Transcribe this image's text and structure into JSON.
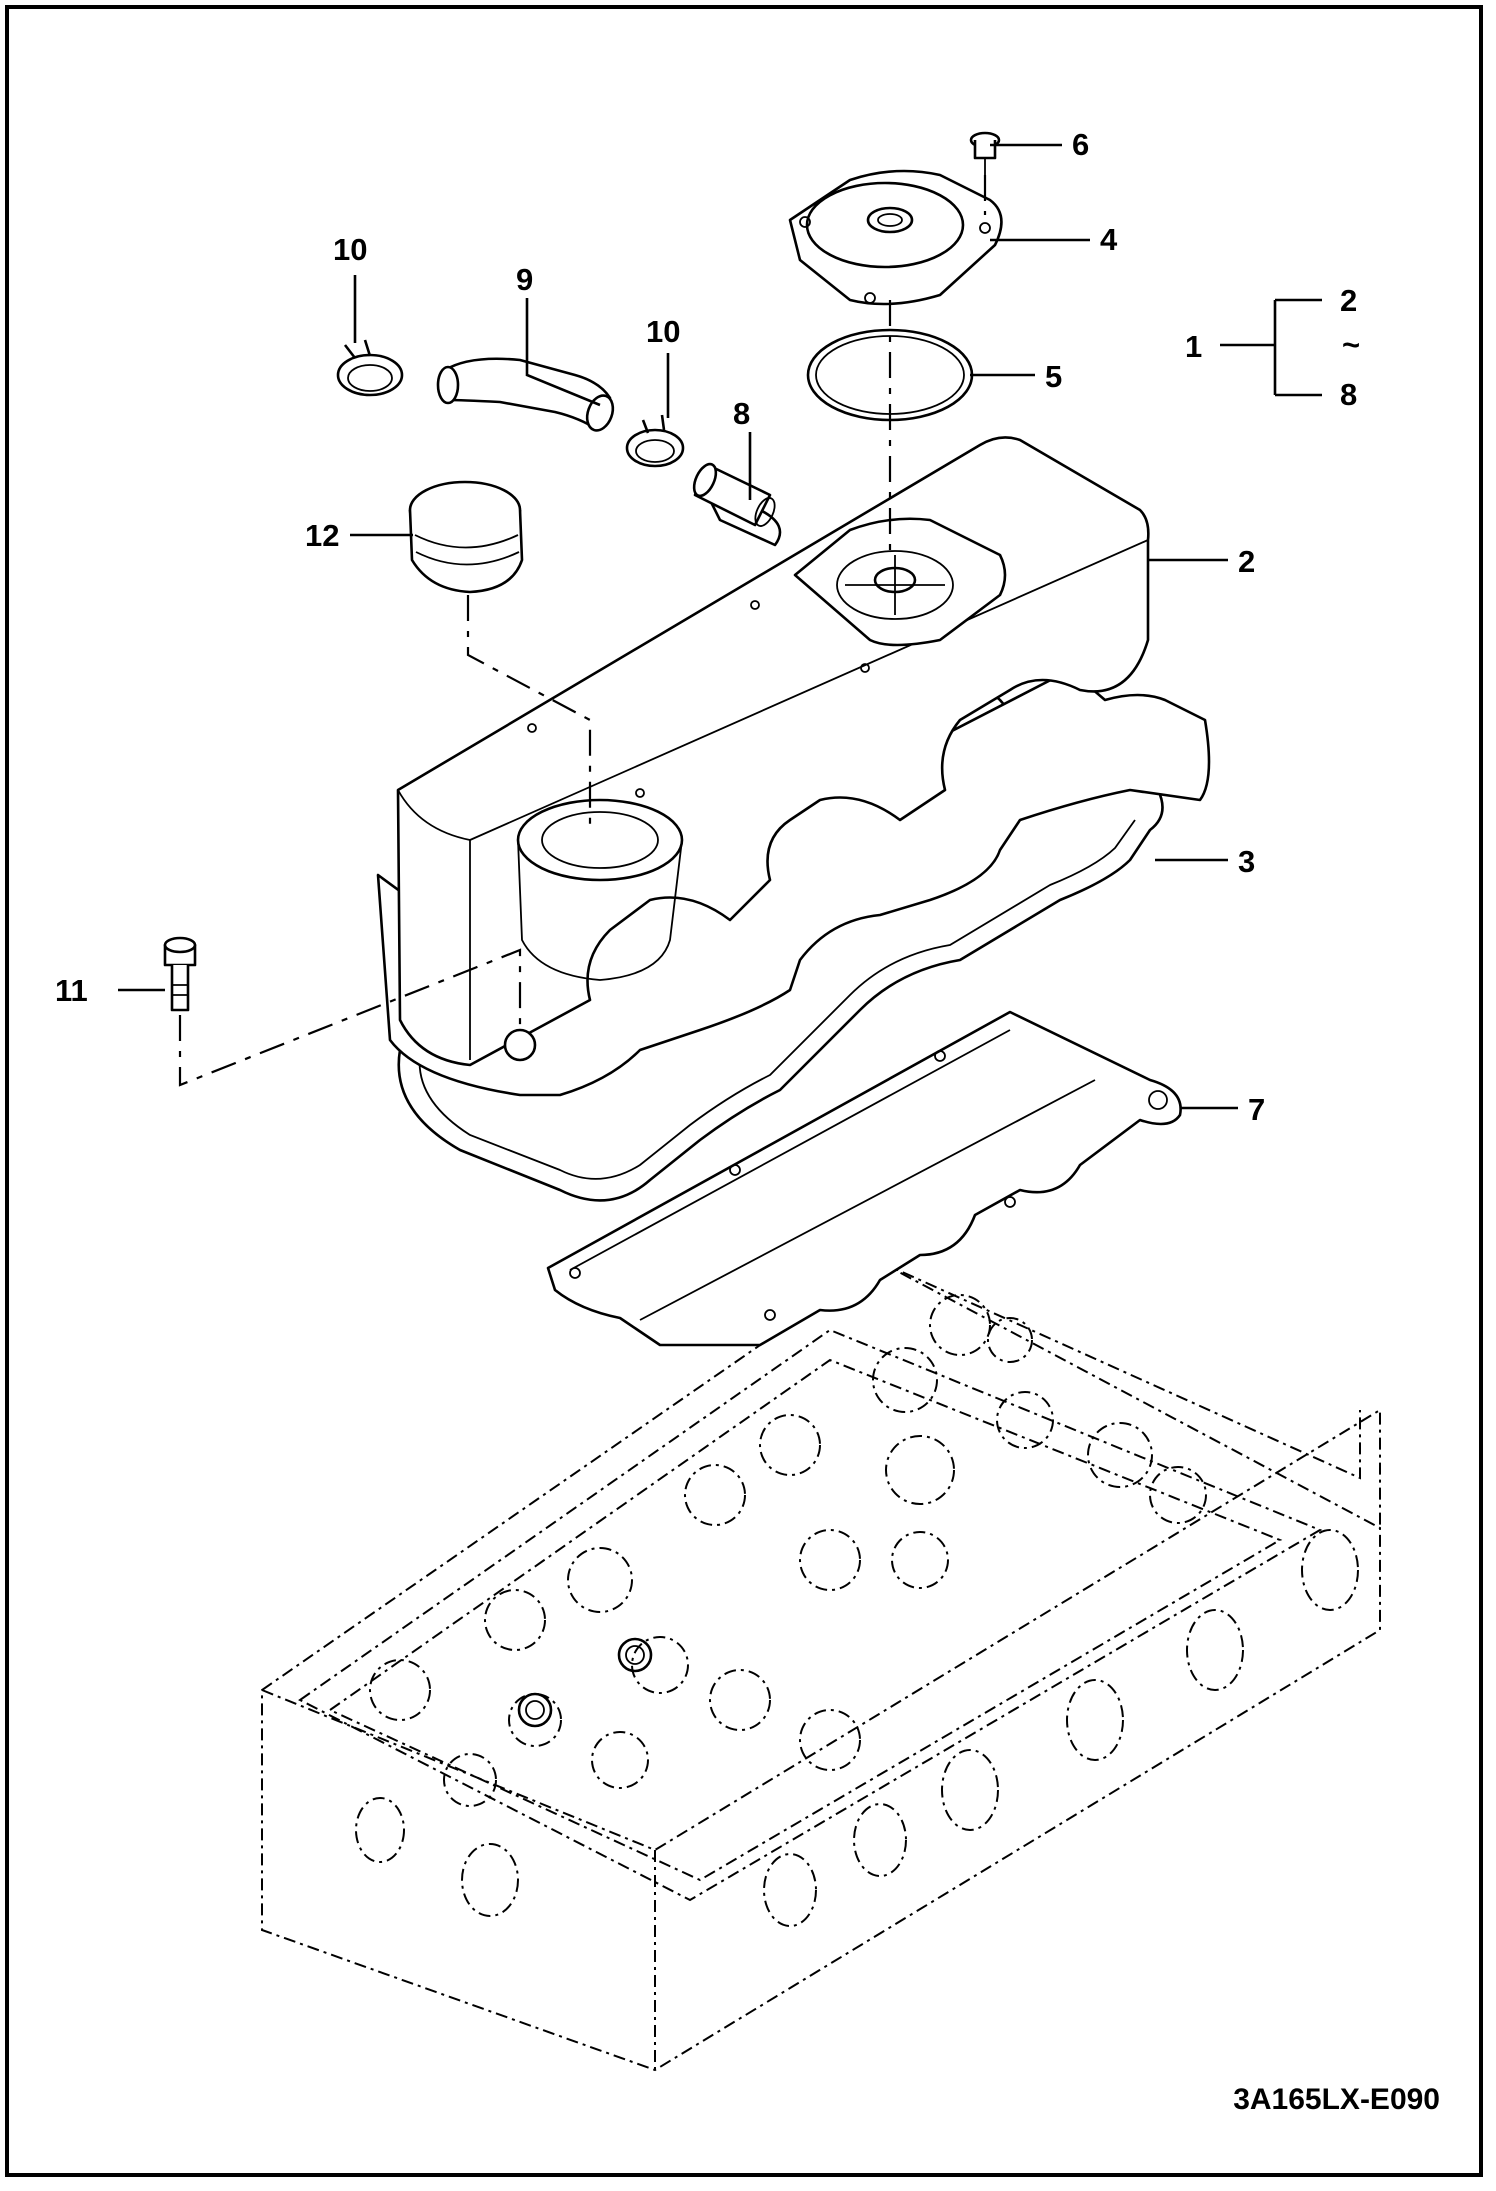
{
  "drawing_code": "3A165LX-E090",
  "callouts": {
    "c1": "1",
    "c2_group": "2",
    "tilde": "~",
    "c8_group": "8",
    "c2": "2",
    "c3": "3",
    "c4": "4",
    "c5": "5",
    "c6": "6",
    "c7": "7",
    "c8": "8",
    "c9": "9",
    "c10a": "10",
    "c10b": "10",
    "c11": "11",
    "c12": "12"
  }
}
